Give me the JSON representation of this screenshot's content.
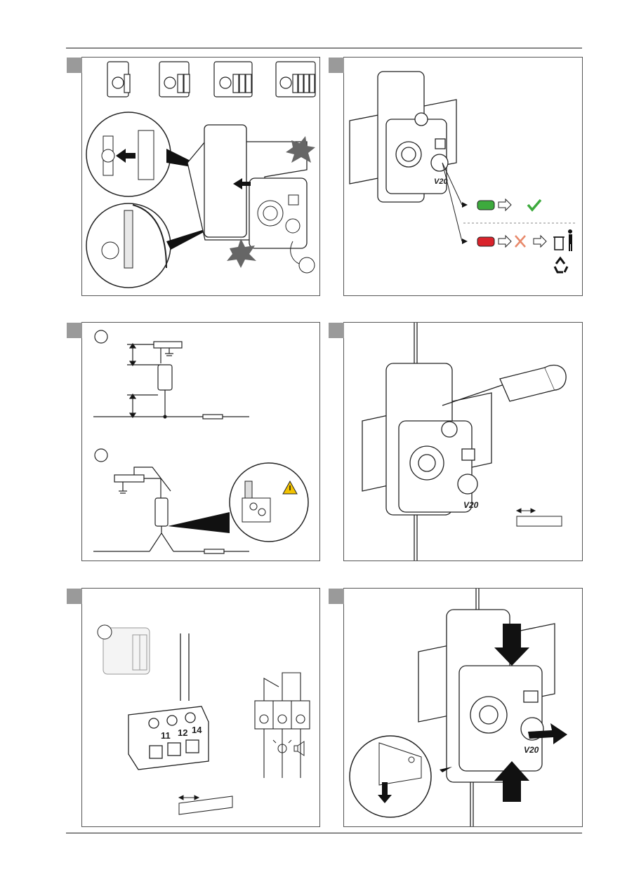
{
  "page": {
    "panels": [
      {
        "id": "panel-1",
        "step_label": ""
      },
      {
        "id": "panel-2",
        "step_label": ""
      },
      {
        "id": "panel-3",
        "step_label": ""
      },
      {
        "id": "panel-4",
        "step_label": ""
      },
      {
        "id": "panel-5",
        "step_label": ""
      },
      {
        "id": "panel-6",
        "step_label": ""
      }
    ]
  },
  "device": {
    "model_label": "V20"
  },
  "terminal": {
    "labels": [
      "11",
      "12",
      "14"
    ]
  },
  "colors": {
    "step_square": "#9a9a9a",
    "status_ok": "#3daa3d",
    "status_fail": "#d9232b",
    "check": "#3daa3d",
    "cross": "#e8896b",
    "warning": "#f2c200"
  },
  "icons": [
    "check-icon",
    "cross-icon",
    "trash-bin-icon",
    "recycle-icon",
    "warning-icon",
    "lamp-icon",
    "horn-icon",
    "screwdriver-icon"
  ]
}
